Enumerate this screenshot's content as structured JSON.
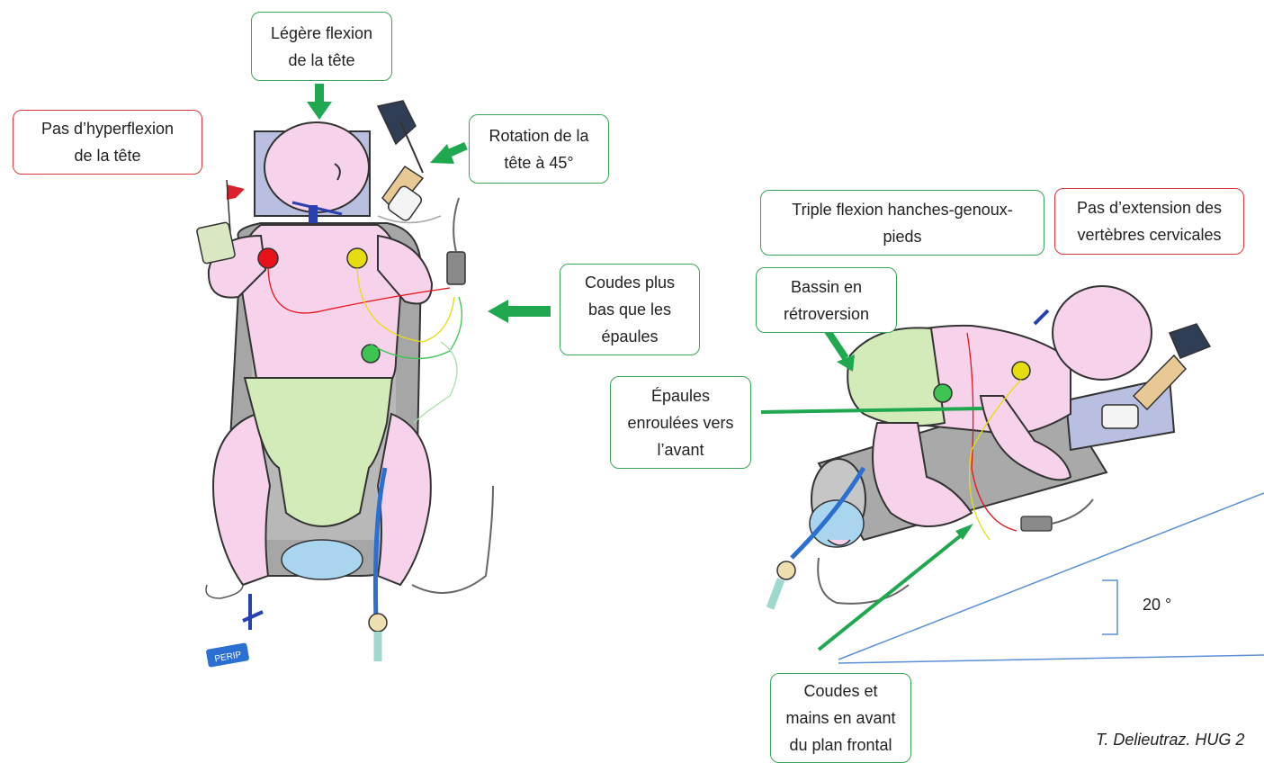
{
  "labels": {
    "legere_flexion": "Légère flexion\nde la tête",
    "pas_hyperflexion": "Pas d’hyperflexion\nde la tête",
    "rotation_tete": "Rotation de la\ntête à 45°",
    "coudes_plus_bas": "Coudes plus\nbas que les\népaules",
    "triple_flexion": "Triple flexion hanches-genoux-\npieds",
    "pas_extension": "Pas d’extension des\nvertèbres cervicales",
    "bassin": "Bassin en\nrétroversion",
    "epaules": "Épaules\nenroulées vers\nl’avant",
    "coudes_mains": "Coudes et\nmains en avant\ndu plan frontal"
  },
  "angle_label": "20 °",
  "credit": "T. Delieutraz. HUG 2",
  "tag_text": "PERIP",
  "colors": {
    "green_border": "#3aa55a",
    "red_border": "#d9363e",
    "arrow_green": "#1fa84f",
    "skin": "#f6d3ea",
    "diaper": "#d2ebb8",
    "mattress": "#a8a8a8",
    "incline_line": "#5b8fd6"
  }
}
